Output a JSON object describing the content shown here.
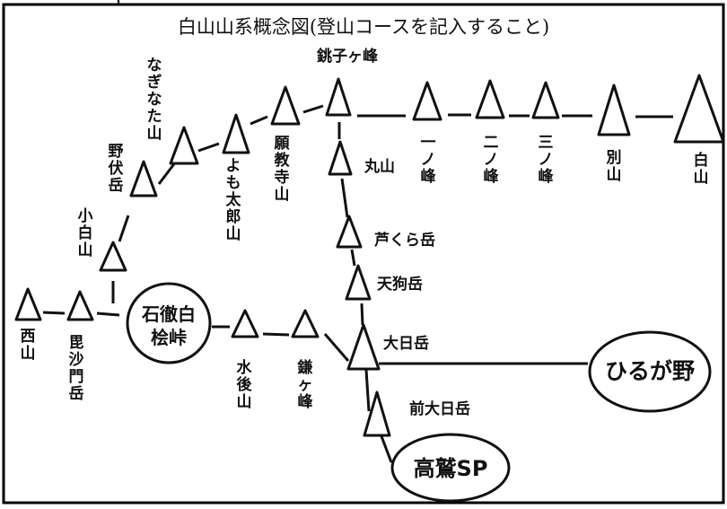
{
  "title": "白山山系概念図(登山コースを記入すること)",
  "peaks": {
    "nishiyama": "西山",
    "bishamondake": "毘沙門岳",
    "koshiroyama": "小白山",
    "nobushidake": "野伏岳",
    "nagginatayama": "なぎなた山",
    "yomotaroyama": "よも太郎山",
    "gankyojiyama": "願教寺山",
    "choshigamine": "銚子ヶ峰",
    "maruyama": "丸山",
    "ichinomine": "一ノ峰",
    "ninomine": "二ノ峰",
    "sannomine": "三ノ峰",
    "betsuzan": "別山",
    "hakusan": "白山",
    "ashikuradake": "芦くら岳",
    "tengudake": "天狗岳",
    "dainichidake": "大日岳",
    "maedainichidake": "前大日岳",
    "mizushiroyama": "水後山",
    "kamagamine": "鎌ヶ峰"
  },
  "places": {
    "ishidoshiro_line1": "石徹白",
    "ishidoshiro_line2": "桧峠",
    "hirugano": "ひるが野",
    "takasu": "高鷲SP"
  }
}
